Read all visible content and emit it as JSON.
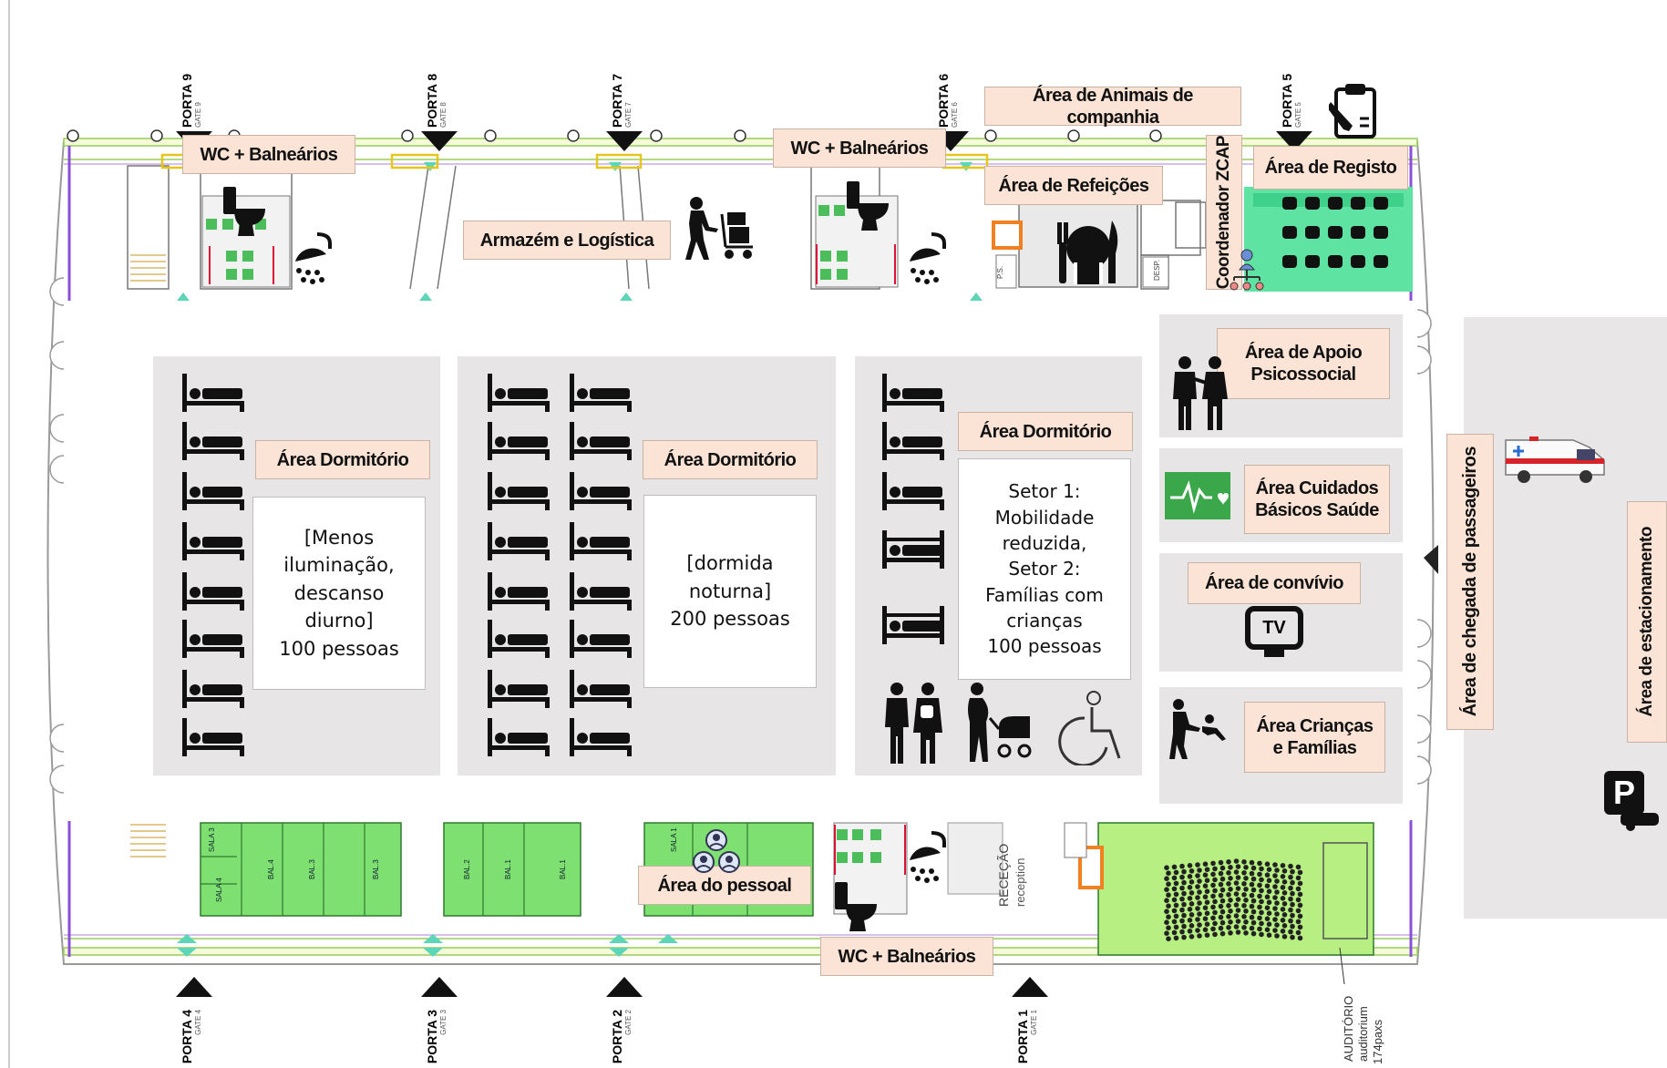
{
  "gates_top": [
    {
      "label": "PORTA 9",
      "sub": "GATE 9"
    },
    {
      "label": "PORTA 8",
      "sub": "GATE 8"
    },
    {
      "label": "PORTA 7",
      "sub": "GATE 7"
    },
    {
      "label": "PORTA 6",
      "sub": "GATE 6"
    },
    {
      "label": "PORTA 5",
      "sub": "GATE 5"
    }
  ],
  "gates_bottom": [
    {
      "label": "PORTA 4",
      "sub": "GATE 4"
    },
    {
      "label": "PORTA 3",
      "sub": "GATE 3"
    },
    {
      "label": "PORTA 2",
      "sub": "GATE 2"
    },
    {
      "label": "PORTA 1",
      "sub": "GATE 1"
    }
  ],
  "labels": {
    "wc_top_left": "WC + Balneários",
    "wc_top_mid": "WC + Balneários",
    "wc_bottom": "WC + Balneários",
    "animais": "Área de Animais de companhia",
    "refeicoes": "Área de Refeições",
    "registo": "Área de Registo",
    "coordenador": "Coordenador  ZCAP",
    "armazem": "Armazém e Logística",
    "dorm1": "Área Dormitório",
    "dorm2": "Área Dormitório",
    "dorm3": "Área Dormitório",
    "apoio": "Área de Apoio\nPsicossocial",
    "cuidados": "Área Cuidados\nBásicos Saúde",
    "convivio": "Área de convívio",
    "criancas": "Área Crianças\ne Famílias",
    "pessoal": "Área do pessoal",
    "chegada": "Área de chegada de passageiros",
    "estacionamento": "Área de estacionamento"
  },
  "dorm_texts": {
    "dorm1": "[Menos\niluminação,\ndescanso\ndiurno]\n100 pessoas",
    "dorm2": "[dormida\nnoturna]\n200 pessoas",
    "dorm3": "Setor 1:\nMobilidade\nreduzida,\nSetor 2:\nFamílias com\ncrianças\n100 pessoas"
  },
  "floorplan_text": {
    "rececao": "RECEÇÃO",
    "reception": "reception",
    "auditorio": "AUDITÓRIO",
    "auditorium": "auditorium",
    "paxs": "174paxs",
    "tv": "TV",
    "parking": "P"
  },
  "colors": {
    "label_fill": "#fbe4d5",
    "panel_gray": "#e7e5e6",
    "green_room": "#7ee070",
    "teal_room": "#5ee3a3",
    "health_green": "#3aa84a"
  },
  "icons": [
    "toilet-icon",
    "shower-icon",
    "bed-icon",
    "bunk-bed-icon",
    "clipboard-icon",
    "worker-cart-icon",
    "cutlery-icon",
    "people-icon",
    "heart-monitor-icon",
    "tv-icon",
    "child-care-icon",
    "wheelchair-icon",
    "pregnant-stroller-icon",
    "family-icon",
    "staff-group-icon",
    "ambulance-icon",
    "parking-icon",
    "hierarchy-icon"
  ]
}
